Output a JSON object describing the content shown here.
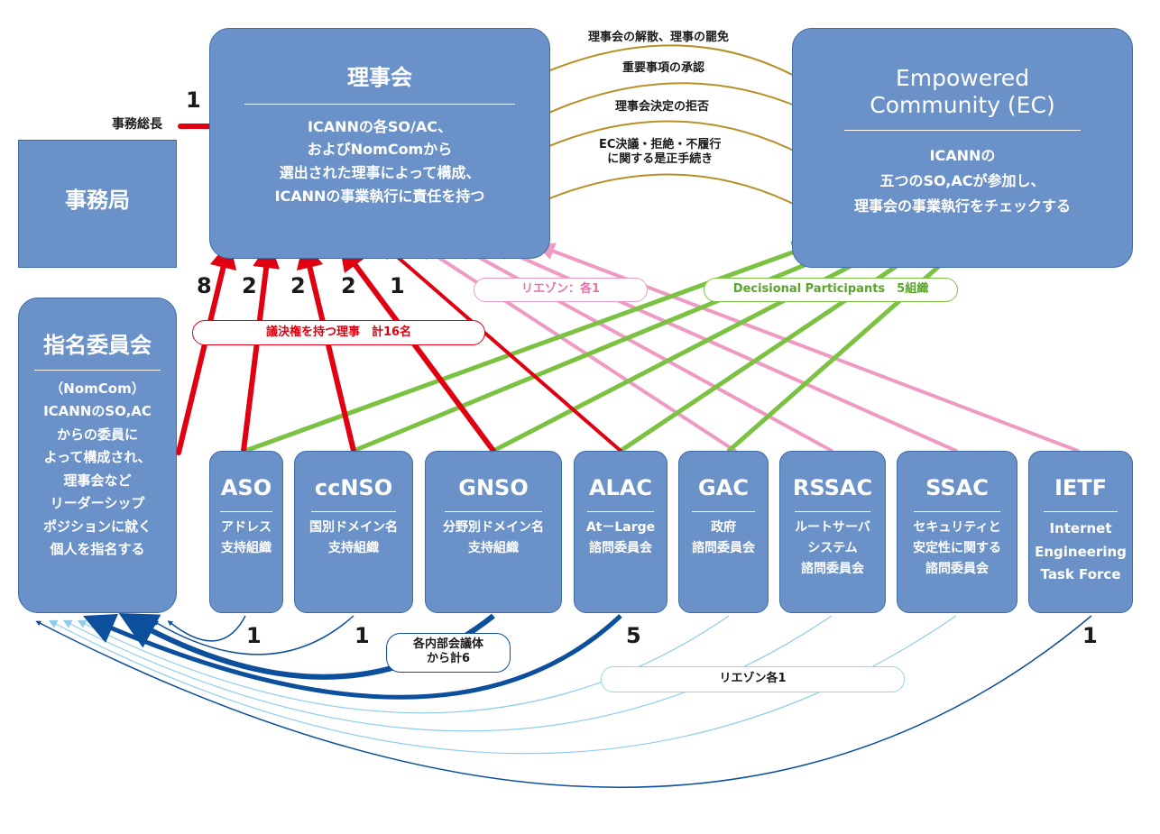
{
  "board": {
    "title": "理事会",
    "desc": [
      "ICANNの各SO/AC、",
      "およびNomComから",
      "選出された理事によって構成、",
      "ICANNの事業執行に責任を持つ"
    ]
  },
  "ec": {
    "title": [
      "Empowered",
      "Community (EC)"
    ],
    "desc": [
      "ICANNの",
      "五つのSO,ACが参加し、",
      "理事会の事業執行をチェックする"
    ]
  },
  "secretariat": {
    "title": "事務局",
    "ceo_label": "事務総長",
    "ceo_count": "1"
  },
  "nomcom": {
    "title": "指名委員会",
    "desc": [
      "（NomCom）",
      "ICANNのSO,AC",
      "からの委員に",
      "よって構成され、",
      "理事会など",
      "リーダーシップ",
      "ポジションに就く",
      "個人を指名する"
    ]
  },
  "ec_actions": [
    "理事会の解散、理事の罷免",
    "重要事項の承認",
    "理事会決定の拒否",
    "EC決議・拒絶・不履行",
    "に関する是正手続き"
  ],
  "organizations": [
    {
      "abbr": "ASO",
      "desc": [
        "アドレス",
        "支持組織"
      ]
    },
    {
      "abbr": "ccNSO",
      "desc": [
        "国別ドメイン名",
        "支持組織"
      ]
    },
    {
      "abbr": "GNSO",
      "desc": [
        "分野別ドメイン名",
        "支持組織"
      ]
    },
    {
      "abbr": "ALAC",
      "desc": [
        "At－Large",
        "諮問委員会"
      ]
    },
    {
      "abbr": "GAC",
      "desc": [
        "政府",
        "諮問委員会"
      ]
    },
    {
      "abbr": "RSSAC",
      "desc": [
        "ルートサーバ",
        "システム",
        "諮問委員会"
      ]
    },
    {
      "abbr": "SSAC",
      "desc": [
        "セキュリティと",
        "安定性に関する",
        "諮問委員会"
      ]
    },
    {
      "abbr": "IETF",
      "desc": [
        "Internet",
        "Engineering",
        "Task Force"
      ]
    }
  ],
  "board_seat_counts": [
    "8",
    "2",
    "2",
    "2",
    "1"
  ],
  "nomcom_member_counts": [
    "1",
    "1",
    "5",
    "1"
  ],
  "legend": {
    "voting": "議決権を持つ理事　計16名",
    "liaison_board": "リエゾン：各1",
    "decisional": "Decisional Participants　5組織",
    "gnso_members": [
      "各内部会議体",
      "から計6"
    ],
    "liaison_nomcom": "リエゾン各1"
  },
  "colors": {
    "box_fill": "#6b92c8",
    "box_border": "#3e6aa5",
    "voting_arrow": "#e00012",
    "liaison_arrow": "#ef9ac3",
    "decisional_arrow": "#7cc242",
    "ec_power_arc": "#b8902a",
    "nomcom_member_line": "#0c4f9c",
    "nomcom_liaison_line": "#8fcbec"
  },
  "icons": {
    "arrowhead": "arrowhead-icon",
    "arc_dot": "dot-icon",
    "arc_triangle": "triangle-arrow-icon"
  }
}
